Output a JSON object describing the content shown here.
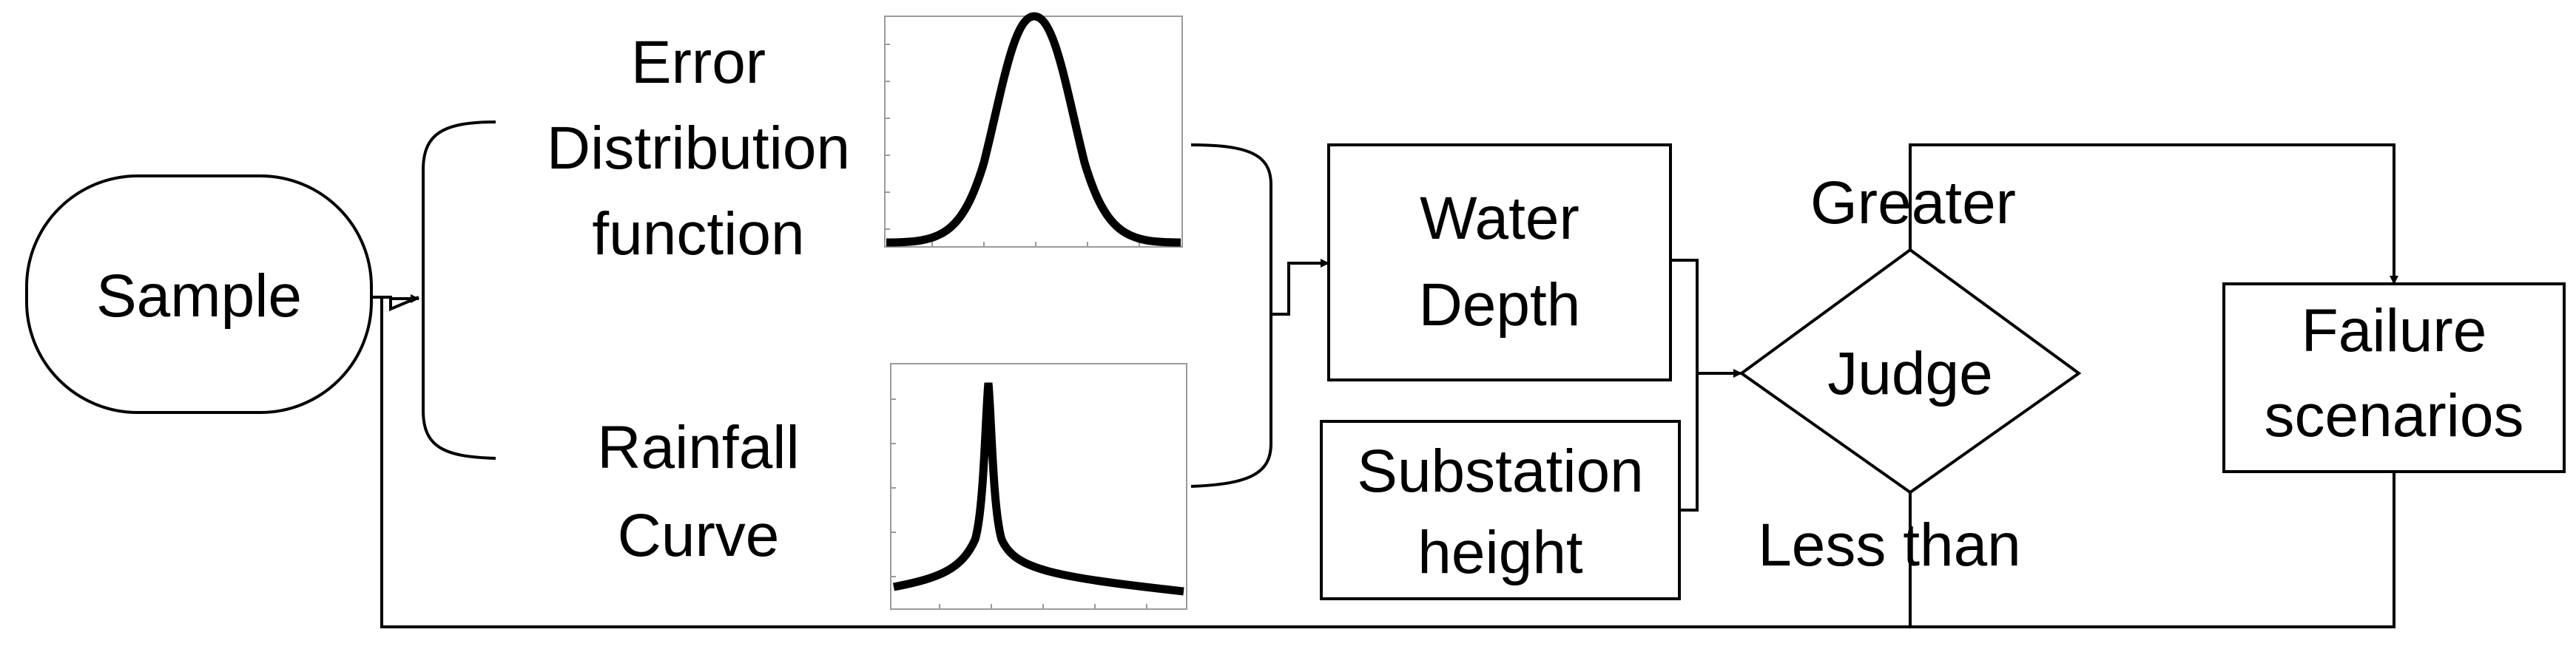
{
  "nodes": {
    "sample": {
      "label": "Sample"
    },
    "error_dist": {
      "lines": [
        "Error",
        "Distribution",
        "function"
      ]
    },
    "rainfall": {
      "lines": [
        "Rainfall",
        "Curve"
      ]
    },
    "water_depth": {
      "lines": [
        "Water",
        "Depth"
      ]
    },
    "substation_height": {
      "lines": [
        "Substation",
        "height"
      ]
    },
    "judge": {
      "label": "Judge"
    },
    "failure": {
      "lines": [
        "Failure",
        "scenarios"
      ]
    }
  },
  "edges": {
    "greater": "Greater",
    "less_than": "Less than"
  },
  "colors": {
    "stroke": "#000000",
    "background": "#ffffff",
    "plot_axis": "#9a9a9a"
  }
}
